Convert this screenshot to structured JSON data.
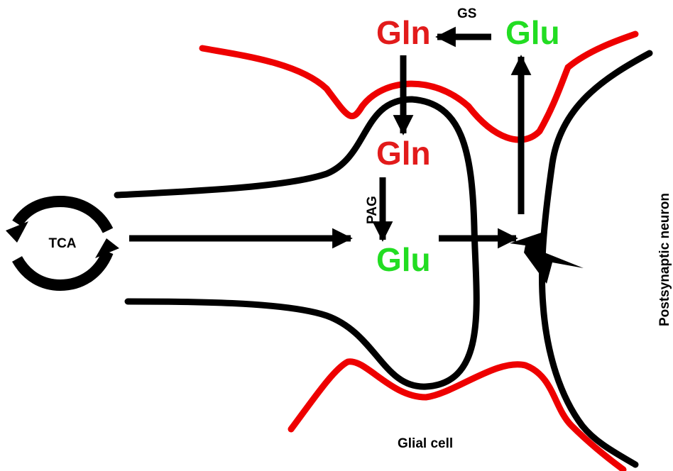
{
  "labels": {
    "gln_top": "Gln",
    "glu_top": "Glu",
    "gs": "GS",
    "gln_mid": "Gln",
    "pag": "PAG",
    "glu_mid": "Glu",
    "tca": "TCA",
    "glial_cell": "Glial cell",
    "postsynaptic_neuron": "Postsynaptic neuron"
  },
  "colors": {
    "glial_membrane": "#ee0000",
    "neuron_membrane": "#000000",
    "gln": "#e21b1b",
    "glu": "#22dd22",
    "text": "#000000"
  }
}
